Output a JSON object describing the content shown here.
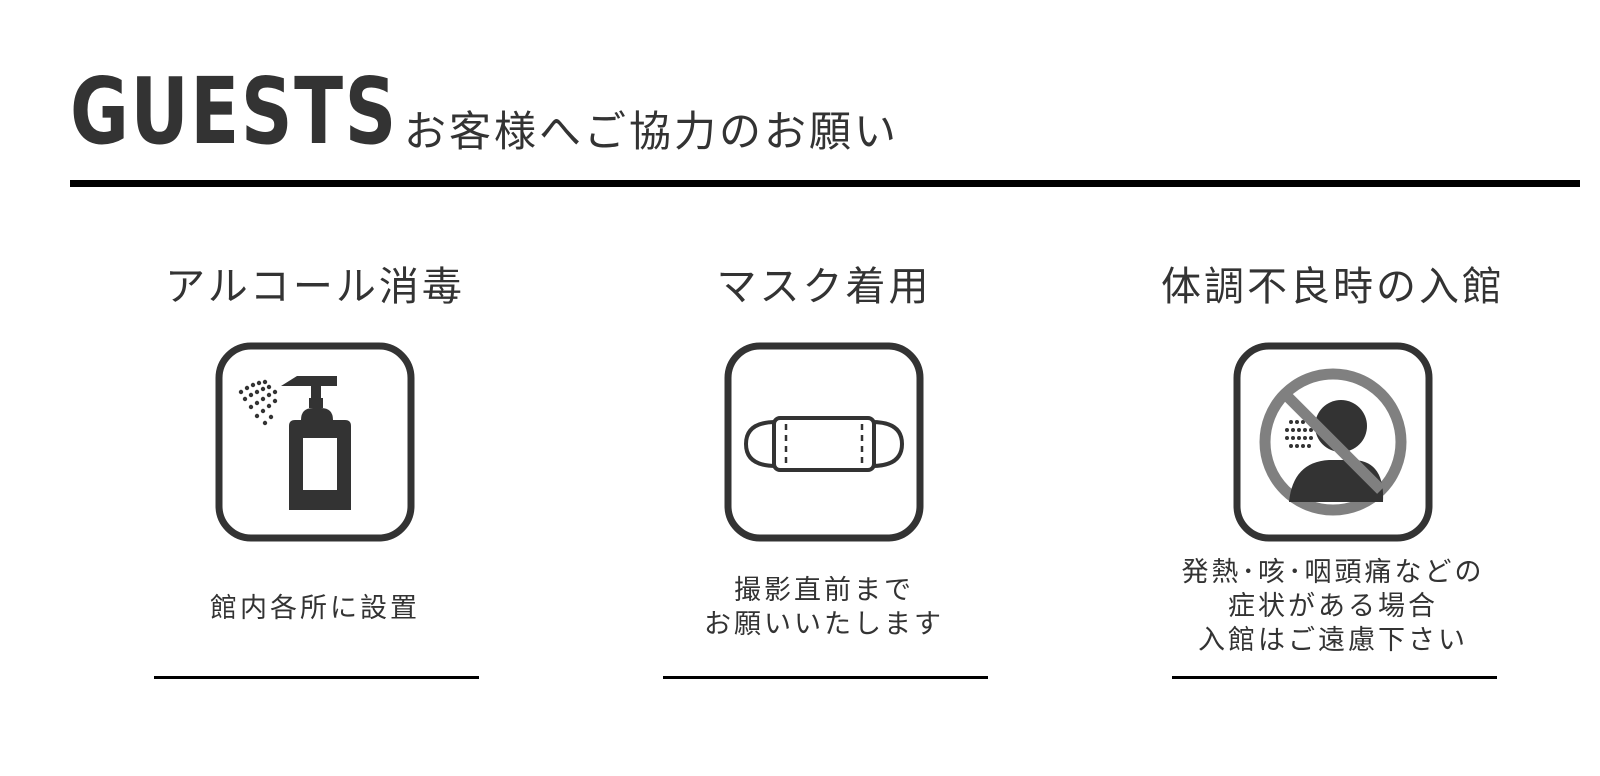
{
  "header": {
    "title": "GUESTS",
    "subtitle": "お客様へご協力のお願い"
  },
  "panels": [
    {
      "title": "アルコール消毒",
      "icon": "spray-bottle-icon",
      "lines": [
        "館内各所に設置"
      ]
    },
    {
      "title": "マスク着用",
      "icon": "face-mask-icon",
      "lines": [
        "撮影直前まで",
        "お願いいたします"
      ]
    },
    {
      "title": "体調不良時の入館",
      "icon": "no-sick-person-icon",
      "lines": [
        "発熱･咳･咽頭痛などの",
        "症状がある場合",
        "入館はご遠慮下さい"
      ]
    }
  ],
  "colors": {
    "ink": "#333333",
    "rule": "#000000",
    "prohibition": "#808080"
  }
}
